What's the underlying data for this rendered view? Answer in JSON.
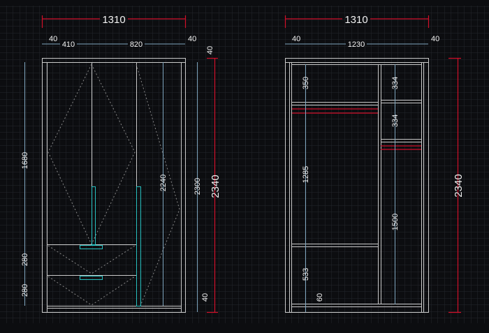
{
  "colors": {
    "background": "#0c0d10",
    "grid": "#2a2d35",
    "outline": "#c9c9c9",
    "dimension": "#7fa6bf",
    "overall_dimension": "#d0102a",
    "handle": "#27c0c0",
    "hanging_rail": "#d0102a"
  },
  "front_view": {
    "overall_width": "1310",
    "widths": {
      "left_panel": "40",
      "left_door": "410",
      "right_doors": "820",
      "right_panel": "40"
    },
    "heights": {
      "upper": "1680",
      "drawer_1": "280",
      "drawer_2": "280",
      "door": "2240",
      "carcass": "2300",
      "top_panel": "40",
      "plinth": "40",
      "overall_height": "2340"
    }
  },
  "interior_view": {
    "overall_width": "1310",
    "widths": {
      "left_panel": "40",
      "inner": "1230",
      "right_panel": "40"
    },
    "left_heights": {
      "top_shelf": "350",
      "hanging": "1285",
      "bottom": "533",
      "plinth": "60"
    },
    "right_heights": {
      "shelf_1": "334",
      "shelf_2": "334",
      "hanging": "1500"
    },
    "overall_height": "2340"
  }
}
